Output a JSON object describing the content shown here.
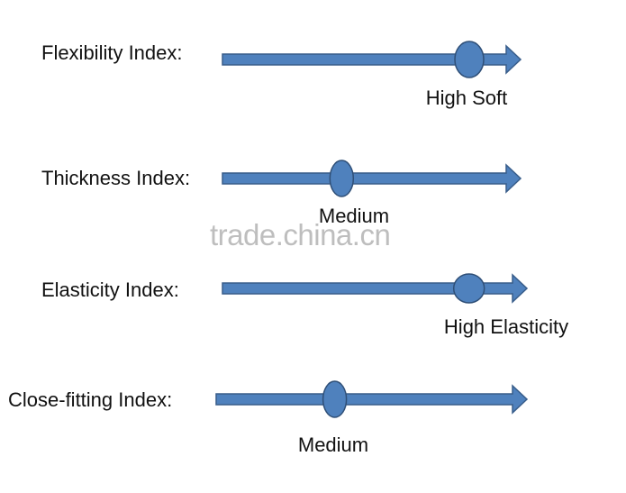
{
  "colors": {
    "arrow_fill": "#4f81bd",
    "arrow_stroke": "#385d8a",
    "marker_fill": "#4f81bd",
    "marker_stroke": "#2f4f77"
  },
  "indices": [
    {
      "label": "Flexibility Index:",
      "value_label": "High Soft",
      "level": 0.87
    },
    {
      "label": "Thickness Index:",
      "value_label": "Medium",
      "level": 0.42
    },
    {
      "label": "Elasticity Index:",
      "value_label": "High Elasticity",
      "level": 0.85
    },
    {
      "label": "Close-fitting Index:",
      "value_label": "Medium",
      "level": 0.4
    }
  ],
  "watermark": "trade.china.cn"
}
